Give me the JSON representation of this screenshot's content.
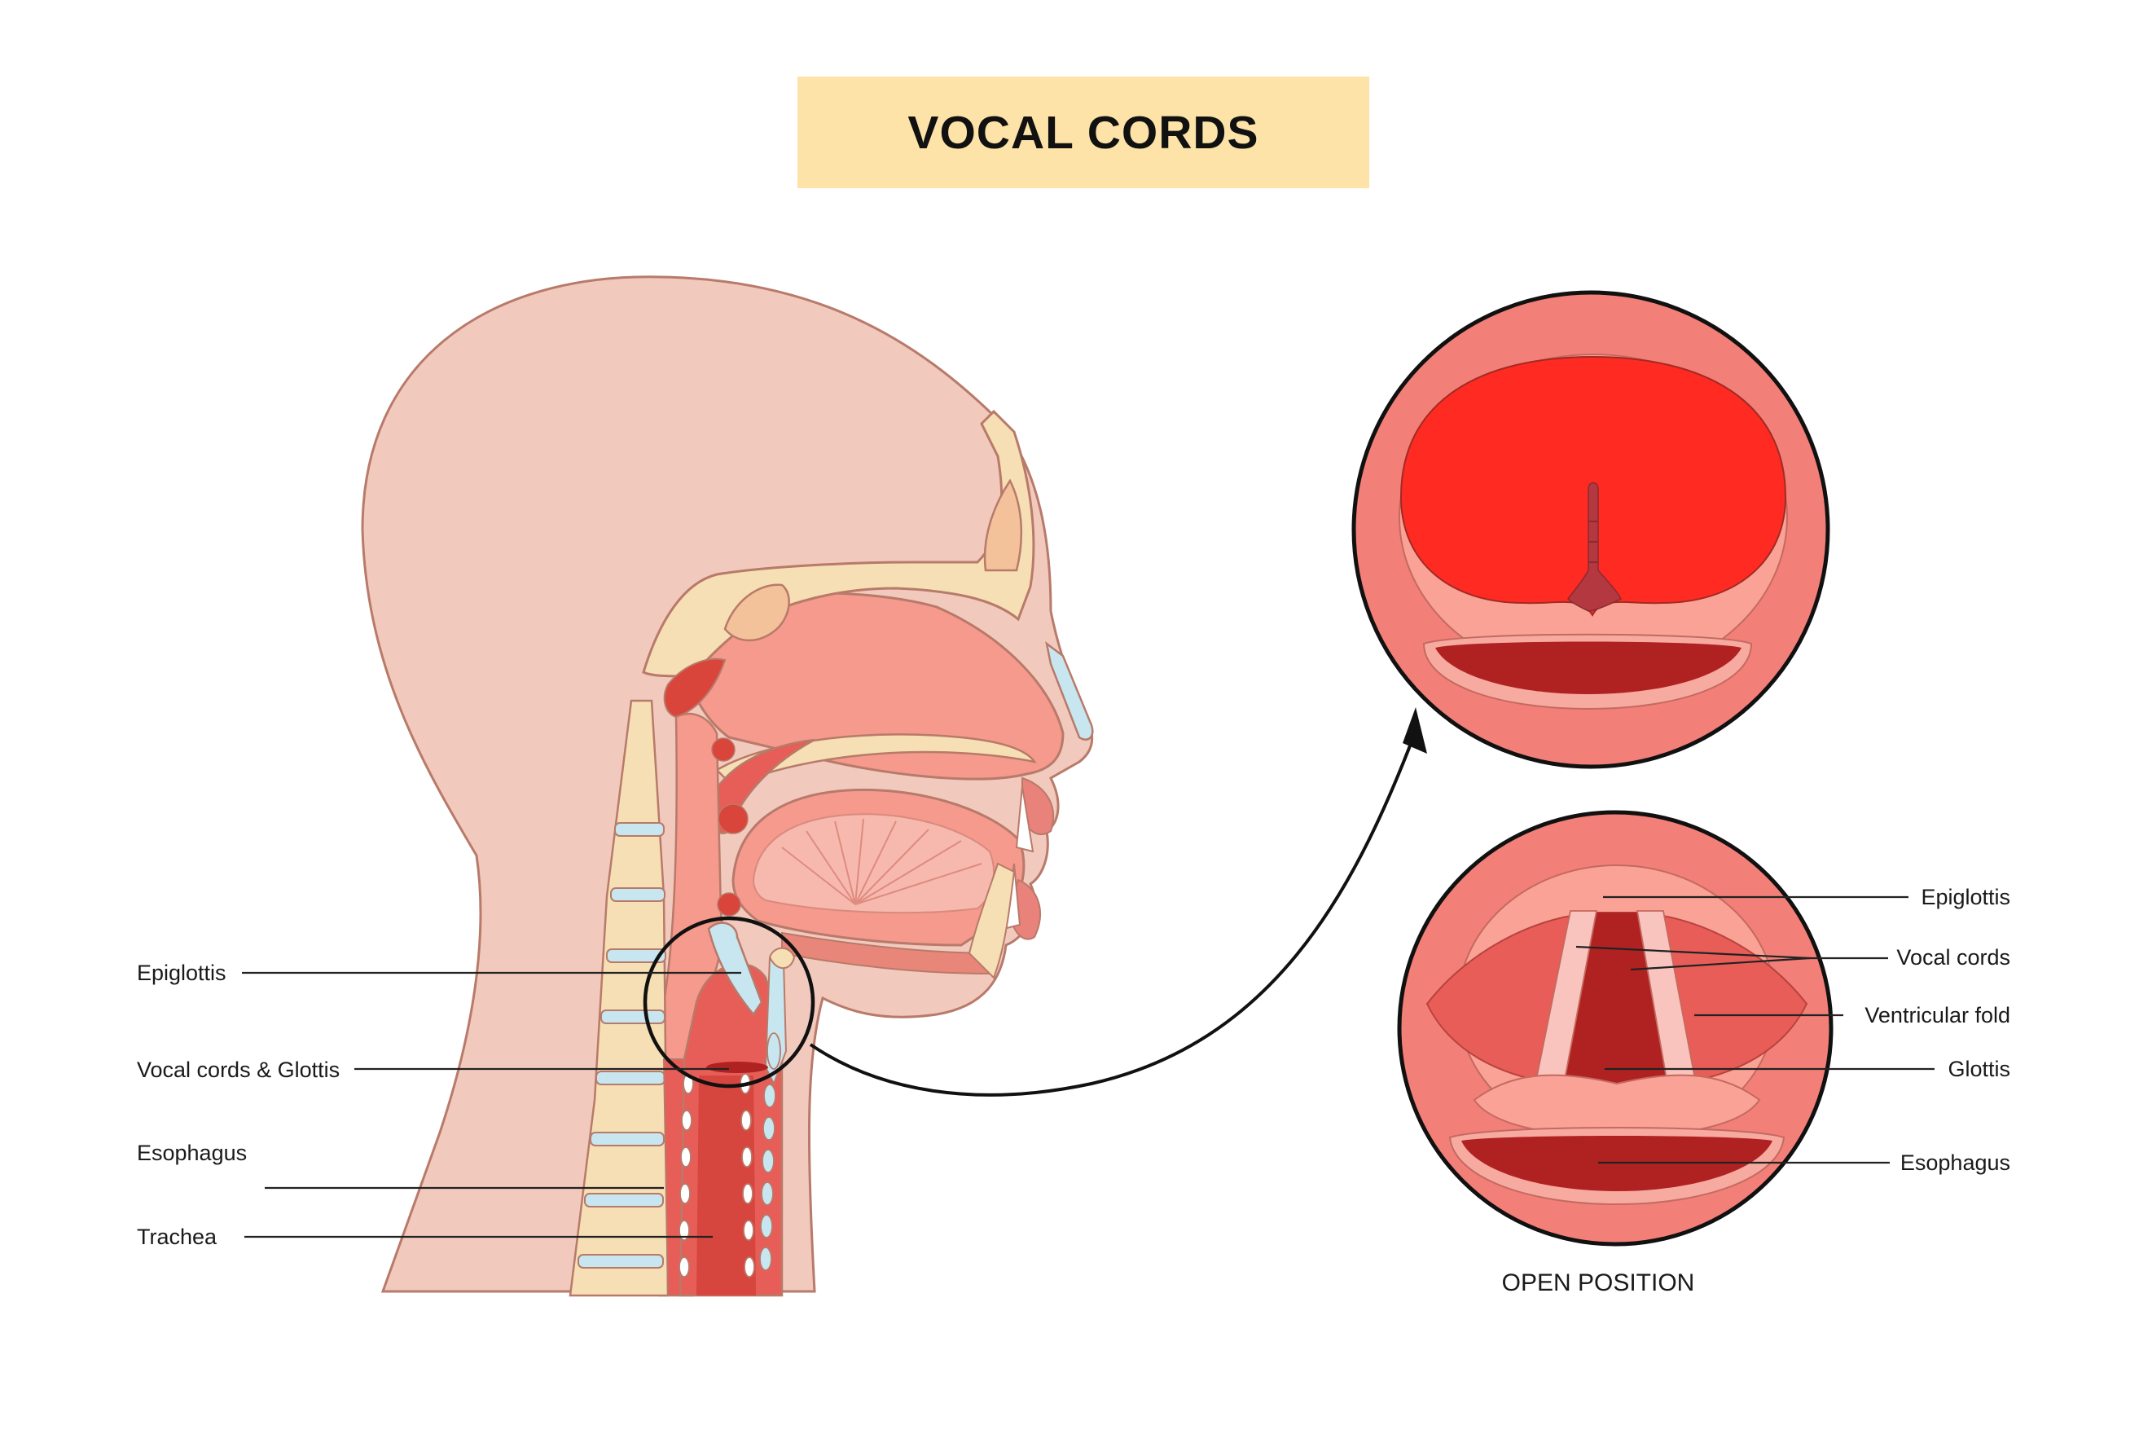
{
  "title": "VOCAL CORDS",
  "left_labels": {
    "epiglottis": "Epiglottis",
    "vocal_cords_glottis": "Vocal cords & Glottis",
    "esophagus": "Esophagus",
    "trachea": "Trachea"
  },
  "right_labels": {
    "epiglottis": "Epiglottis",
    "vocal_cords": "Vocal cords",
    "ventricular_fold": "Ventricular fold",
    "glottis": "Glottis",
    "esophagus": "Esophagus"
  },
  "caption": "OPEN POSITION",
  "colors": {
    "skin": "#f2cabd",
    "outline": "#b87a6a",
    "bone": "#f6dfb4",
    "tissue_pink": "#f59a8c",
    "tissue_dark": "#e65e57",
    "deep_red": "#b02222",
    "bright_red": "#ff2a22",
    "cartilage": "#c7e6ef",
    "title_bg": "#fde3a8"
  }
}
